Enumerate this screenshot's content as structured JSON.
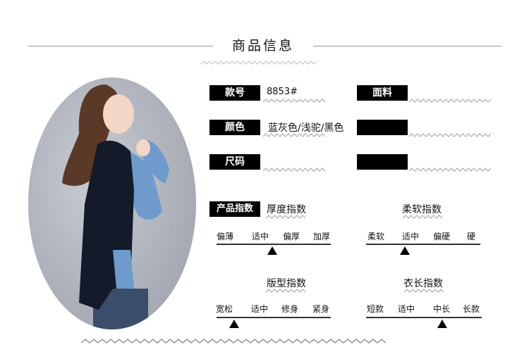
{
  "header": {
    "title": "商品信息"
  },
  "info": {
    "style_no": {
      "label": "款号",
      "value": "8853#"
    },
    "fabric": {
      "label": "面料",
      "value": ""
    },
    "color": {
      "label": "颜色",
      "value": "蓝灰色/浅驼/黑色"
    },
    "hidden_1": {
      "label": "",
      "value": ""
    },
    "size": {
      "label": "尺码",
      "value": ""
    },
    "hidden_2": {
      "label": "",
      "value": ""
    }
  },
  "indices": {
    "section_label": "产品指数",
    "thickness": {
      "title": "厚度指数",
      "options": [
        "偏薄",
        "适中",
        "偏厚",
        "加厚"
      ],
      "selected": "适中"
    },
    "softness": {
      "title": "柔软指数",
      "options": [
        "柔软",
        "适中",
        "偏硬",
        "硬"
      ],
      "selected": "适中"
    },
    "fit": {
      "title": "版型指数",
      "options": [
        "宽松",
        "适中",
        "修身",
        "紧身"
      ],
      "selected": "宽松"
    },
    "length": {
      "title": "衣长指数",
      "options": [
        "短款",
        "适中",
        "中长",
        "长款"
      ],
      "selected": "中长"
    }
  },
  "image": {
    "description": "woman-in-black-vest-blue-shirt"
  },
  "colors": {
    "label_bg": "#000000",
    "line": "#9a9a9a",
    "wave": "#b0b0b0"
  }
}
